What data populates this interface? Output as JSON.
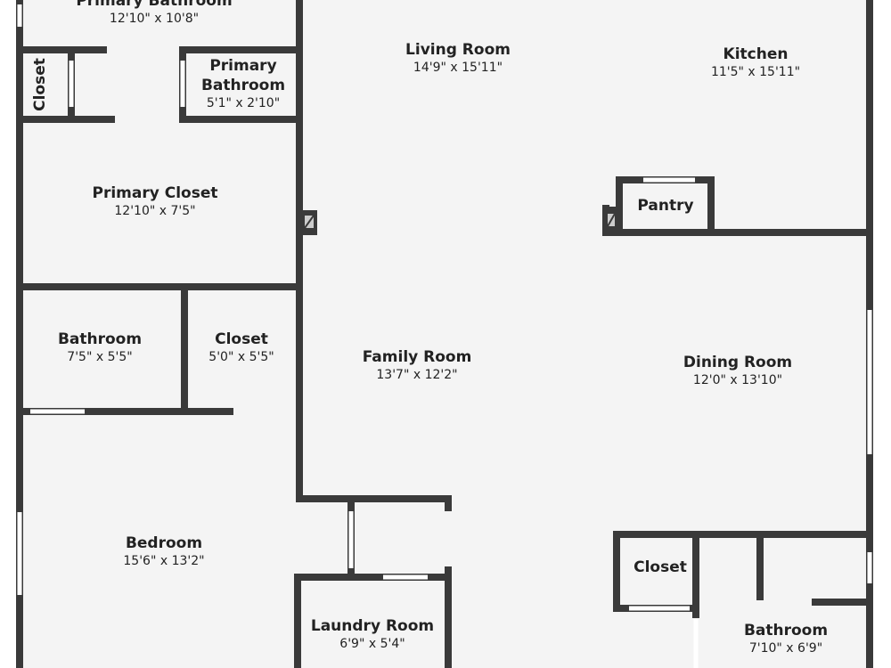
{
  "floorplan": {
    "colors": {
      "wall": "#3a3a3a",
      "floor": "#f4f4f4",
      "opening": "#ffffff"
    },
    "rooms": [
      {
        "id": "primary-bathroom-main",
        "name": "Primary Bathroom",
        "dims": "12'10\" x 10'8\""
      },
      {
        "id": "closet-small",
        "name": "Closet",
        "dims": ""
      },
      {
        "id": "primary-bathroom-small",
        "name": "Primary Bathroom",
        "dims": "5'1\" x 2'10\""
      },
      {
        "id": "primary-closet",
        "name": "Primary Closet",
        "dims": "12'10\" x 7'5\""
      },
      {
        "id": "living-room",
        "name": "Living Room",
        "dims": "14'9\" x 15'11\""
      },
      {
        "id": "kitchen",
        "name": "Kitchen",
        "dims": "11'5\" x 15'11\""
      },
      {
        "id": "pantry",
        "name": "Pantry",
        "dims": ""
      },
      {
        "id": "bathroom-left",
        "name": "Bathroom",
        "dims": "7'5\" x 5'5\""
      },
      {
        "id": "closet-mid",
        "name": "Closet",
        "dims": "5'0\" x 5'5\""
      },
      {
        "id": "family-room",
        "name": "Family Room",
        "dims": "13'7\" x 12'2\""
      },
      {
        "id": "dining-room",
        "name": "Dining Room",
        "dims": "12'0\" x 13'10\""
      },
      {
        "id": "bedroom",
        "name": "Bedroom",
        "dims": "15'6\" x 13'2\""
      },
      {
        "id": "laundry-room",
        "name": "Laundry Room",
        "dims": "6'9\" x 5'4\""
      },
      {
        "id": "closet-right",
        "name": "Closet",
        "dims": ""
      },
      {
        "id": "bathroom-right",
        "name": "Bathroom",
        "dims": "7'10\" x 6'9\""
      }
    ]
  }
}
